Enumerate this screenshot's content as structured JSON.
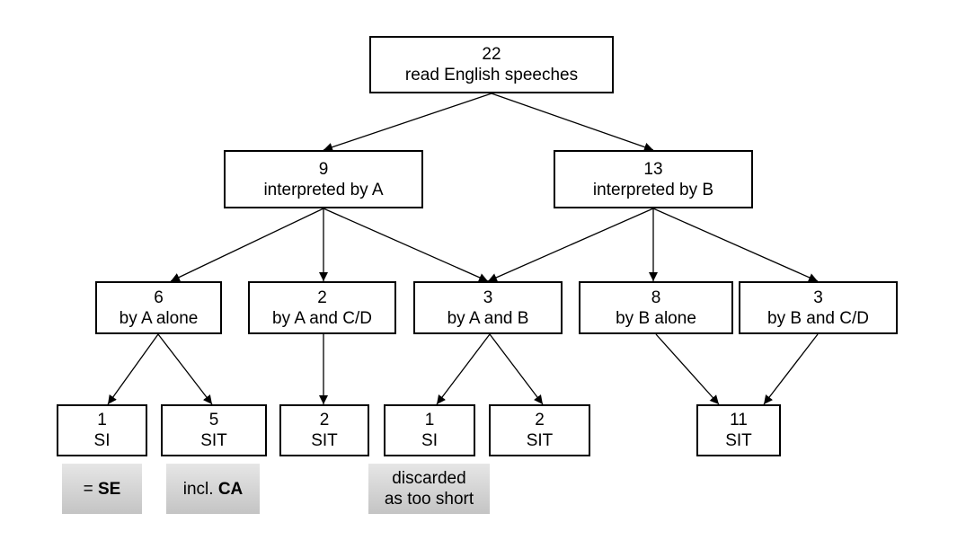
{
  "root": {
    "count": "22",
    "label": "read English speeches"
  },
  "level1": [
    {
      "count": "9",
      "label": "interpreted by A"
    },
    {
      "count": "13",
      "label": "interpreted by B"
    }
  ],
  "level2": [
    {
      "count": "6",
      "label": "by A alone"
    },
    {
      "count": "2",
      "label": "by A and C/D"
    },
    {
      "count": "3",
      "label": "by A and B"
    },
    {
      "count": "8",
      "label": "by B alone"
    },
    {
      "count": "3",
      "label": "by B and C/D"
    }
  ],
  "level3": [
    {
      "count": "1",
      "label": "SI"
    },
    {
      "count": "5",
      "label": "SIT"
    },
    {
      "count": "2",
      "label": "SIT"
    },
    {
      "count": "1",
      "label": "SI"
    },
    {
      "count": "2",
      "label": "SIT"
    },
    {
      "count": "11",
      "label": "SIT"
    }
  ],
  "notes": {
    "se": {
      "prefix": "= ",
      "bold": "SE"
    },
    "ca": {
      "prefix": "incl. ",
      "bold": "CA"
    },
    "discarded": {
      "line1": "discarded",
      "line2": "as too short"
    }
  },
  "colors": {
    "box_border": "#000000",
    "note_fill": "#d4d4d4",
    "arrow": "#000000"
  }
}
